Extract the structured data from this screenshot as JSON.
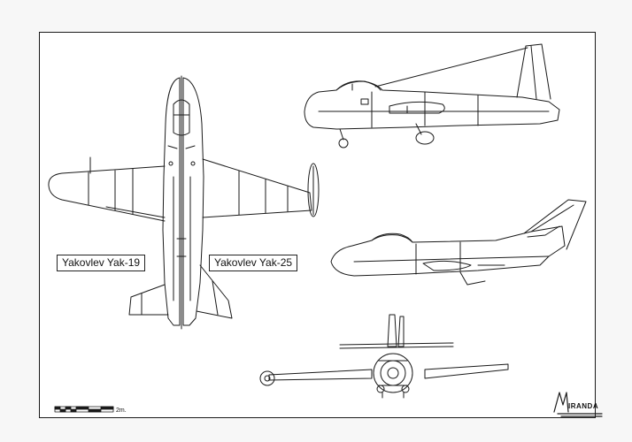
{
  "labels": {
    "left_aircraft": "Yakovlev Yak-19",
    "right_aircraft": "Yakovlev Yak-25"
  },
  "scale_bar": {
    "label": "2m."
  },
  "logo": {
    "text": "IRANDA",
    "initial": "M"
  },
  "colors": {
    "line": "#1a1a1a",
    "paper": "#ffffff",
    "background": "#f7f7f7"
  }
}
